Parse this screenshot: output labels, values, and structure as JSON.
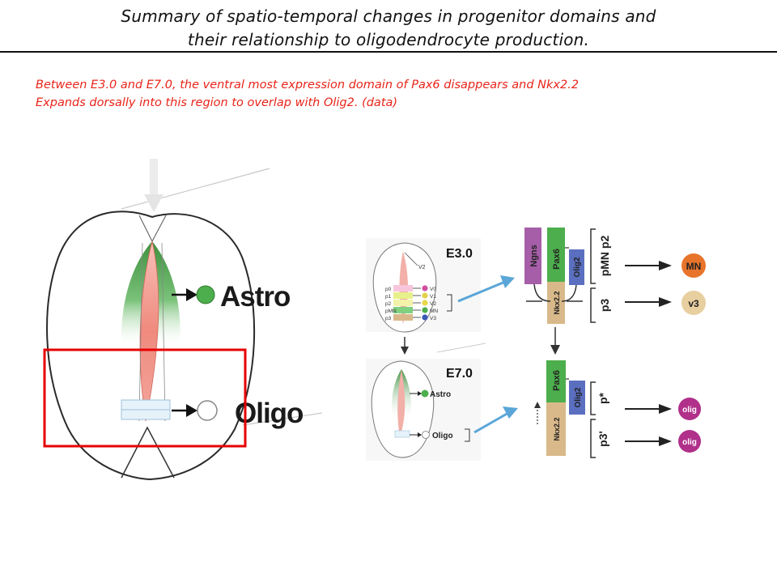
{
  "slide": {
    "title_line_1": "Summary of spatio-temporal changes in progenitor domains and",
    "title_line_2": "their relationship to oligodendrocyte production.",
    "body_line_1": "Between E3.0 and E7.0, the ventral most expression domain of Pax6 disappears and Nkx2.2",
    "body_line_2": "Expands dorsally into this region to overlap with Olig2. (data)"
  },
  "left_figure": {
    "astro_label": "Astro",
    "oligo_label": "Oligo"
  },
  "right_figure": {
    "e3_label": "E3.0",
    "e7_label": "E7.0",
    "v2_label": "V2",
    "mini_domains_left": [
      "p0",
      "p1",
      "p2",
      "pMN",
      "p3"
    ],
    "mini_domains_right": [
      "V0",
      "V1",
      "V2",
      "MN",
      "V3"
    ],
    "mini_astro": "Astro",
    "mini_oligo": "Oligo",
    "genes_e3": [
      "Ngns",
      "Pax6",
      "Olig2",
      "Nkx2.2"
    ],
    "domains_e3": [
      "pMN p2",
      "p3"
    ],
    "outputs_e3": [
      "MN",
      "v3"
    ],
    "genes_e7": [
      "Pax6",
      "Olig2",
      "Nkx2.2"
    ],
    "domains_e7": [
      "p*",
      "p3'"
    ],
    "outputs_e7": [
      "olig",
      "olig"
    ]
  },
  "colors": {
    "title": "#111111",
    "body_text": "#e8241a",
    "highlight_box": "#e60000",
    "pax6_green": "#4cae4c",
    "olig2_blue": "#5b6fc0",
    "ngns_purple": "#a65ea8",
    "nkx22_tan": "#d9b98a",
    "mn_orange": "#e8742c",
    "v3_tan": "#e8cfa0",
    "olig_magenta": "#b0308a",
    "arrow_blue": "#5aa6d8"
  }
}
